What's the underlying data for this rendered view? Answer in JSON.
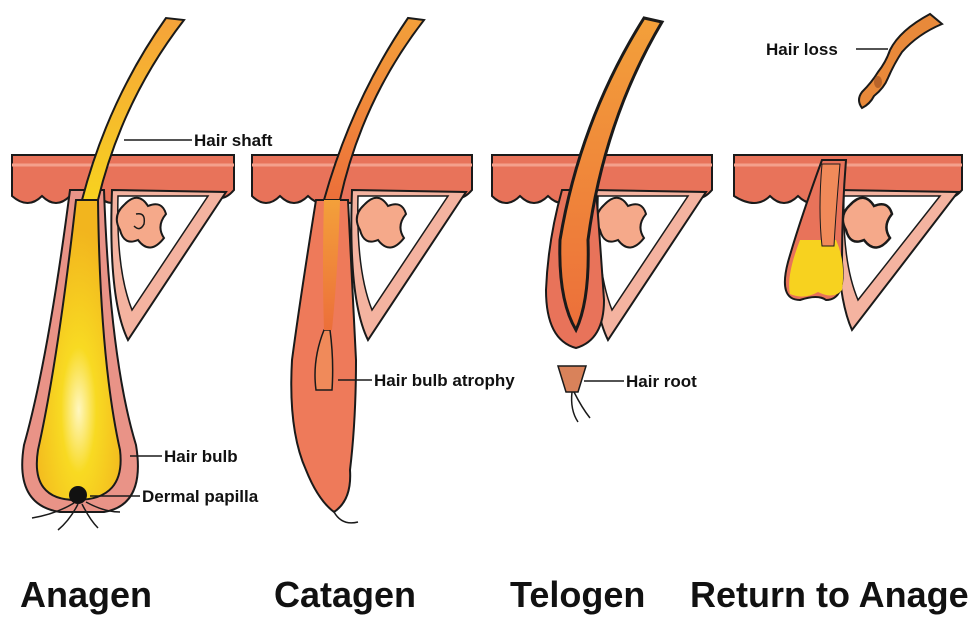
{
  "labels": {
    "hair_shaft": "Hair shaft",
    "hair_bulb": "Hair bulb",
    "dermal_papilla": "Dermal papilla",
    "hair_bulb_atrophy": "Hair bulb atrophy",
    "hair_root": "Hair root",
    "hair_loss": "Hair loss"
  },
  "stages": [
    {
      "title": "Anagen"
    },
    {
      "title": "Catagen"
    },
    {
      "title": "Telogen"
    },
    {
      "title": "Return to Anagen"
    }
  ],
  "colors": {
    "skin": "#e8735a",
    "skin_light": "#f4b3a0",
    "gland": "#f5a98a",
    "hair_orange": "#f08a2a",
    "hair_yellow": "#f7d21f",
    "bulb_pink": "#e88a7e",
    "outline": "#1a1a1a"
  }
}
